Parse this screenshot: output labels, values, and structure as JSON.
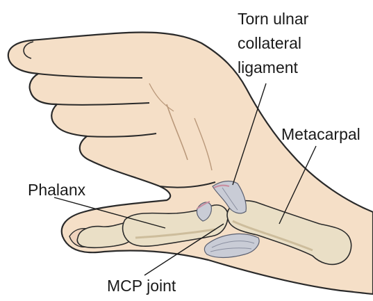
{
  "labels": {
    "torn_ligament": [
      "Torn ulnar",
      "collateral",
      "ligament"
    ],
    "metacarpal": "Metacarpal",
    "phalanx": "Phalanx",
    "mcp_joint": "MCP joint"
  },
  "colors": {
    "skin": "#f5dfc7",
    "skin_shadow": "#e8c8a8",
    "outline": "#2a2a2a",
    "bone": "#eadfc6",
    "bone_shadow": "#cdbd9c",
    "ligament": "#c9ccd6",
    "ligament_torn": "#c98ea0"
  }
}
